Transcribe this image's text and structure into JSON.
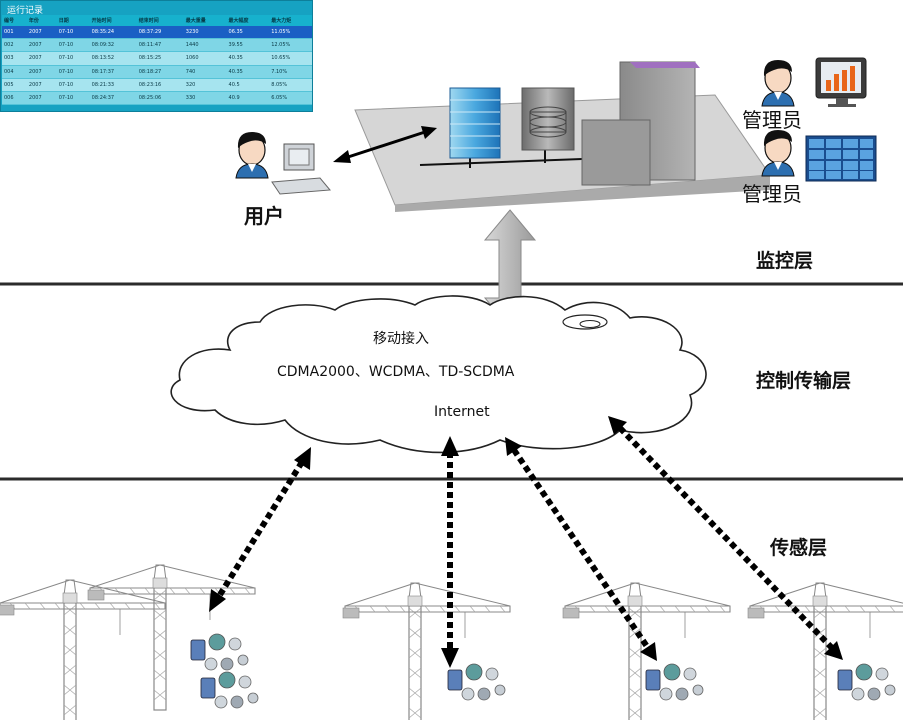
{
  "records_panel": {
    "title": "运行记录",
    "columns": [
      "编号",
      "年份",
      "日期",
      "开始时间",
      "结束时间",
      "最大重量",
      "最大幅度",
      "最大力矩"
    ],
    "rows": [
      [
        "001",
        "2007",
        "07-10",
        "08:35:24",
        "08:37:29",
        "3230",
        "06.35",
        "11.05%"
      ],
      [
        "002",
        "2007",
        "07-10",
        "08:09:32",
        "08:11:47",
        "1440",
        "39.55",
        "12.05%"
      ],
      [
        "003",
        "2007",
        "07-10",
        "08:13:52",
        "08:15:25",
        "1060",
        "40.35",
        "10.65%"
      ],
      [
        "004",
        "2007",
        "07-10",
        "08:17:37",
        "08:18:27",
        "740",
        "40.35",
        "7.10%"
      ],
      [
        "005",
        "2007",
        "07-10",
        "08:21:33",
        "08:23:16",
        "320",
        "40.5",
        "8.05%"
      ],
      [
        "006",
        "2007",
        "07-10",
        "08:24:37",
        "08:25:06",
        "330",
        "40.9",
        "6.05%"
      ]
    ]
  },
  "labels": {
    "user": "用户",
    "admin1": "管理员",
    "admin2": "管理员",
    "monitor_layer": "监控层",
    "transport_layer": "控制传输层",
    "sensor_layer": "传感层"
  },
  "cloud": {
    "mobile_access": "移动接入",
    "networks": "CDMA2000、WCDMA、TD-SCDMA",
    "internet": "Internet"
  },
  "icons": {
    "user_person": "person-icon",
    "user_computer": "computer-icon",
    "admin_person": "person-icon",
    "admin_chart_monitor": "bar-chart-monitor-icon",
    "admin_grid_screen": "video-wall-icon",
    "server": "server-icon",
    "database": "database-icon",
    "crane": "tower-crane-icon",
    "sensor": "sensor-device-icon"
  },
  "colors": {
    "layer_line": "#2b2b2b",
    "arrow_fill": "#bdbdbd",
    "dotted_arrow": "#000000",
    "panel_header": "#16a2c2",
    "selected_row": "#1a5fc4"
  }
}
